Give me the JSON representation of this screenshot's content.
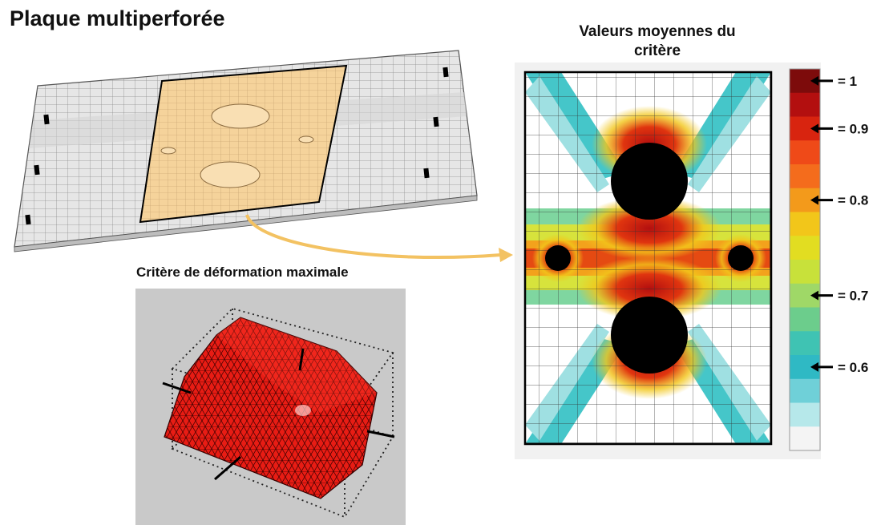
{
  "title": "Plaque multiperforée",
  "map_title_line1": "Valeurs moyennes du",
  "map_title_line2": "critère",
  "sim_title": "Critère de déformation maximale",
  "colors": {
    "plate_highlight": "#f5d39b",
    "plate_grey": "#e6e6e6",
    "arrow": "#f3c262",
    "hole": "#000000",
    "sim_red": "#e81c14"
  },
  "colorbar": {
    "bands": [
      "#7d0b0b",
      "#b30f0f",
      "#d8240f",
      "#ef4a18",
      "#f46c1c",
      "#f39a1b",
      "#f2c61a",
      "#e2dd21",
      "#c8e13a",
      "#9fd867",
      "#6ccd8c",
      "#3fc3b3",
      "#2fb9c4",
      "#6fd0d8",
      "#b6e8ea",
      "#f4f4f4"
    ],
    "labels": [
      {
        "text": "= 1",
        "band": 0.2
      },
      {
        "text": "= 0.9",
        "band": 2.2
      },
      {
        "text": "= 0.8",
        "band": 5.2
      },
      {
        "text": "= 0.7",
        "band": 9.2
      },
      {
        "text": "= 0.6",
        "band": 12.2
      }
    ]
  }
}
